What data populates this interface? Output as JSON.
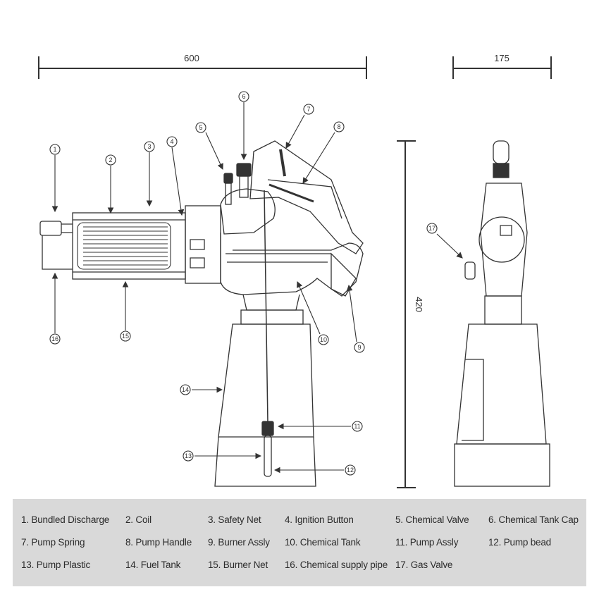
{
  "dimensions": {
    "width_front": "600",
    "width_side": "175",
    "height": "420"
  },
  "callouts": [
    "1",
    "2",
    "3",
    "4",
    "5",
    "6",
    "7",
    "8",
    "9",
    "10",
    "11",
    "12",
    "13",
    "14",
    "15",
    "16",
    "17"
  ],
  "legend": [
    "1. Bundled Discharge",
    "2. Coil",
    "3. Safety Net",
    "4. Ignition Button",
    "5. Chemical Valve",
    "6. Chemical Tank Cap",
    "7. Pump Spring",
    "8. Pump Handle",
    "9. Burner Assly",
    "10. Chemical Tank",
    "11. Pump Assly",
    "12. Pump bead",
    "13. Pump Plastic",
    "14. Fuel Tank",
    "15. Burner Net",
    "16. Chemical supply pipe",
    "17. Gas Valve"
  ],
  "colors": {
    "line": "#333333",
    "legend_bg": "#d9d9d9"
  }
}
